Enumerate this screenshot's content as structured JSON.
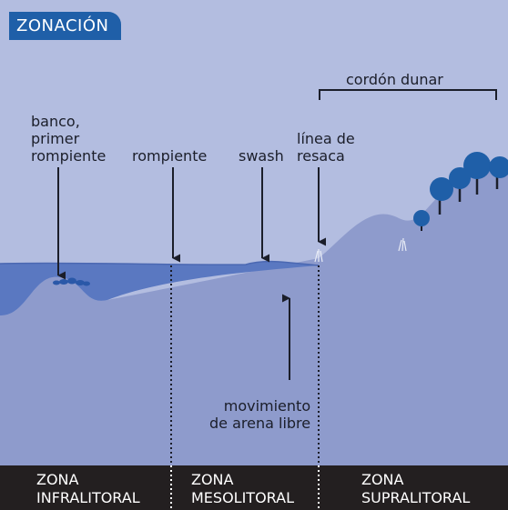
{
  "header": {
    "title": "ZONACIÓN"
  },
  "labels": {
    "cordon_dunar": "cordón dunar",
    "banco": "banco,\nprimer\nrompiente",
    "rompiente": "rompiente",
    "swash": "swash",
    "linea_resaca": "línea de\nresaca",
    "movimiento": "movimiento\nde arena libre"
  },
  "zones": [
    {
      "label": "ZONA\nINFRALITORAL"
    },
    {
      "label": "ZONA\nMESOLITORAL"
    },
    {
      "label": "ZONA\nSUPRALITORAL"
    }
  ],
  "colors": {
    "sky": "#b3bde0",
    "sand": "#8e9bcc",
    "water": "#5a78c1",
    "tree": "#1f5fa8",
    "footer": "#231f20",
    "tag": "#1f5fa8"
  }
}
